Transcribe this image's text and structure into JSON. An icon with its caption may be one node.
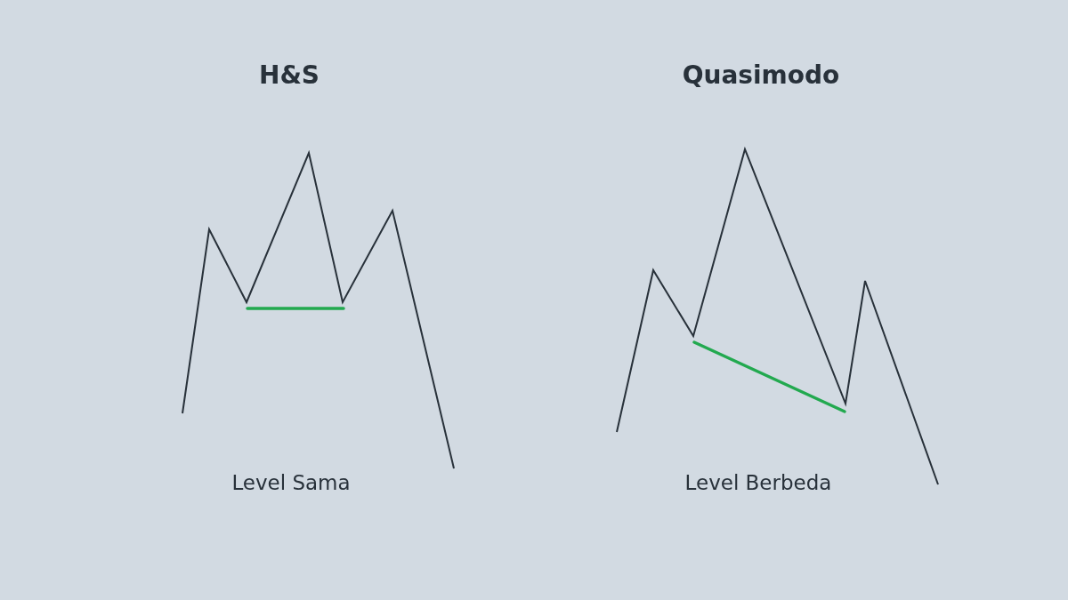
{
  "diagram": {
    "labels": [
      "H&S",
      "Quasimodo",
      "Level Sama",
      "Level Berbeda"
    ]
  }
}
